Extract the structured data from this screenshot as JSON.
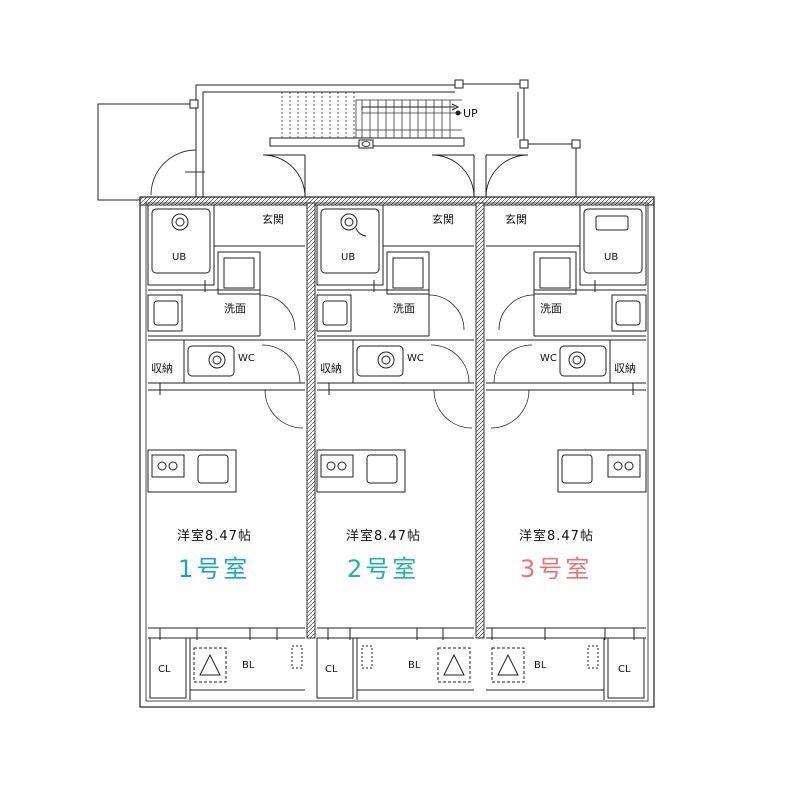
{
  "stair": {
    "up_label": "UP"
  },
  "units": [
    {
      "genkan": "玄関",
      "ub": "UB",
      "senmen": "洗面",
      "wc": "WC",
      "shuno": "収納",
      "room_size": "洋室8.47帖",
      "number": "1号室",
      "cl": "CL",
      "bl": "BL",
      "color": "#1ba3c9"
    },
    {
      "genkan": "玄関",
      "ub": "UB",
      "senmen": "洗面",
      "wc": "WC",
      "shuno": "収納",
      "room_size": "洋室8.47帖",
      "number": "2号室",
      "cl": "CL",
      "bl": "BL",
      "color": "#1fb3a8"
    },
    {
      "genkan": "玄関",
      "ub": "UB",
      "senmen": "洗面",
      "wc": "WC",
      "shuno": "収納",
      "room_size": "洋室8.47帖",
      "number": "3号室",
      "cl": "CL",
      "bl": "BL",
      "color": "#e87474"
    }
  ]
}
